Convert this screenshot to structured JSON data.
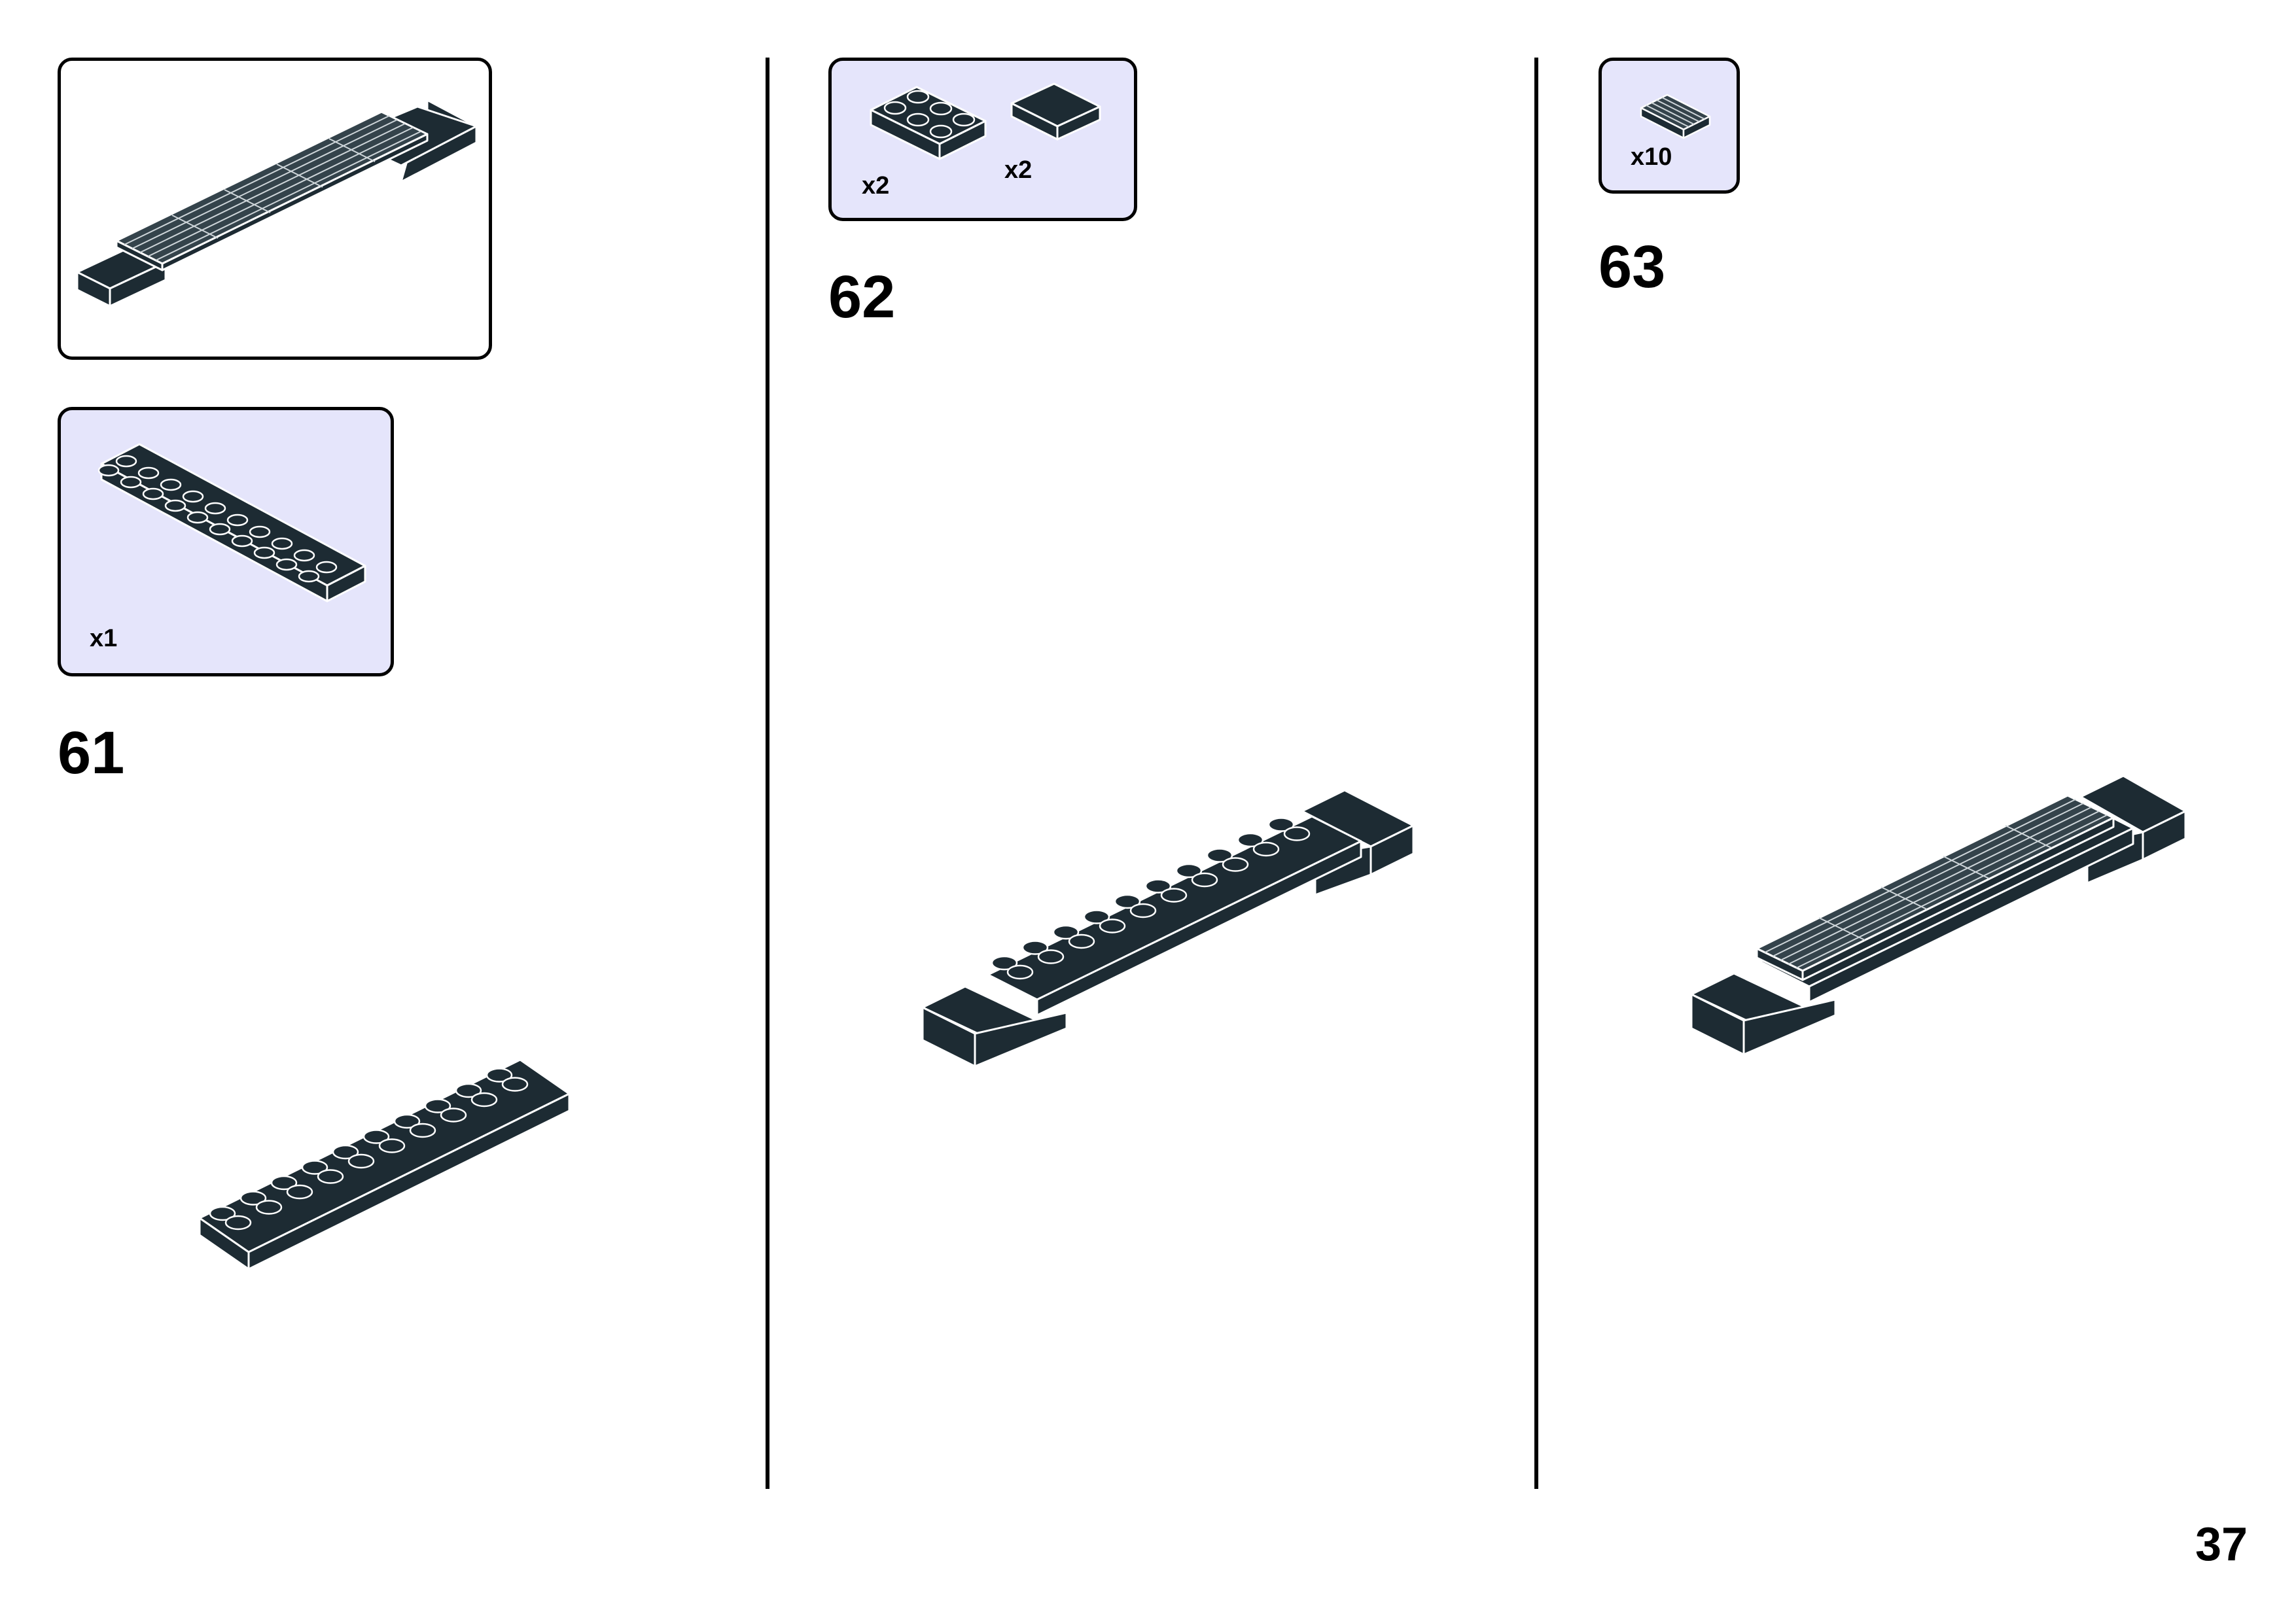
{
  "page": {
    "page_number": "37",
    "colors": {
      "brick": "#1d2b33",
      "edge": "#ffffff",
      "parts_box_bg": "#e5e5fb",
      "border": "#000000"
    }
  },
  "steps": [
    {
      "number": "61",
      "submodel_preview_icon": "assembled-beam-icon",
      "parts": [
        {
          "icon": "plate-2x10-icon",
          "qty": "x1"
        }
      ]
    },
    {
      "number": "62",
      "parts": [
        {
          "icon": "plate-2x3-icon",
          "qty": "x2"
        },
        {
          "icon": "tile-2x2-icon",
          "qty": "x2"
        }
      ]
    },
    {
      "number": "63",
      "parts": [
        {
          "icon": "grille-tile-1x2-icon",
          "qty": "x10"
        }
      ]
    }
  ]
}
